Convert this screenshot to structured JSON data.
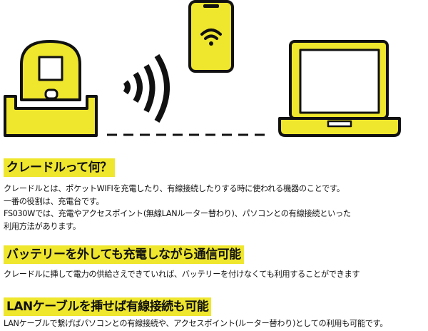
{
  "colors": {
    "accent": "#efe62e",
    "ink": "#111111"
  },
  "illustration": {
    "icons": [
      "cradle-icon",
      "wifi-signal-icon",
      "smartphone-icon",
      "laptop-icon"
    ]
  },
  "sections": [
    {
      "heading": "クレードルって何？",
      "lines": [
        "クレードルとは、ポケットWIFIを充電したり、有線接続したりする時に使われる機器のことです。",
        "一番の役割は、充電台です。",
        "FS030Wでは、充電やアクセスポイント(無線LANルーター替わり)、パソコンとの有線接続といった",
        "利用方法があります。"
      ]
    },
    {
      "heading": "バッテリーを外しても充電しながら通信可能",
      "lines": [
        "クレードルに挿して電力の供給さえできていれば、バッテリーを付けなくても利用することができます"
      ]
    },
    {
      "heading": "LANケーブルを挿せば有線接続も可能",
      "lines": [
        "LANケーブルで繋げばパソコンとの有線接続や、アクセスポイント(ルーター替わり)としての利用も可能です。"
      ]
    }
  ]
}
